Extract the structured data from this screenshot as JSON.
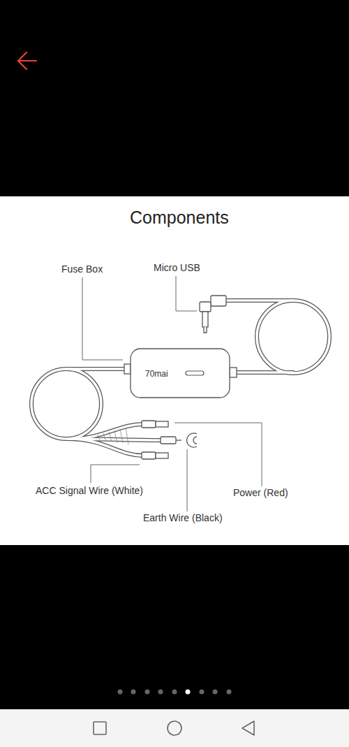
{
  "diagram": {
    "title": "Components",
    "nodes": [
      {
        "text": [
          "70mai"
        ]
      }
    ],
    "labels": [
      "Fuse Box",
      "Micro USB",
      "ACC Signal Wire (White)",
      "Earth Wire (Black)",
      "Power (Red)"
    ]
  }
}
